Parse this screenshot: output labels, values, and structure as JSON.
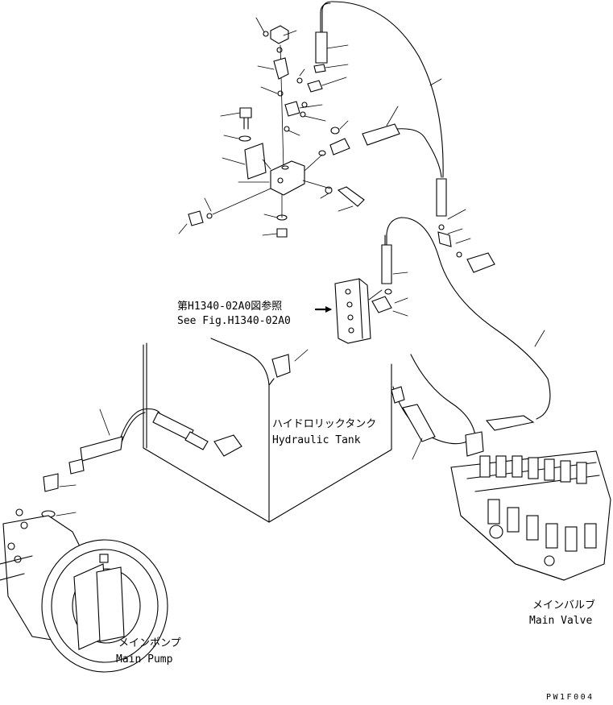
{
  "drawing": {
    "ref_jp": "第H1340-02A0図参照",
    "ref_en": "See Fig.H1340-02A0",
    "tank_jp": "ハイドロリックタンク",
    "tank_en": "Hydraulic Tank",
    "valve_jp": "メインバルブ",
    "valve_en": "Main Valve",
    "pump_jp": "メインポンプ",
    "pump_en": "Main Pump",
    "drawing_code": "PW1F004"
  }
}
